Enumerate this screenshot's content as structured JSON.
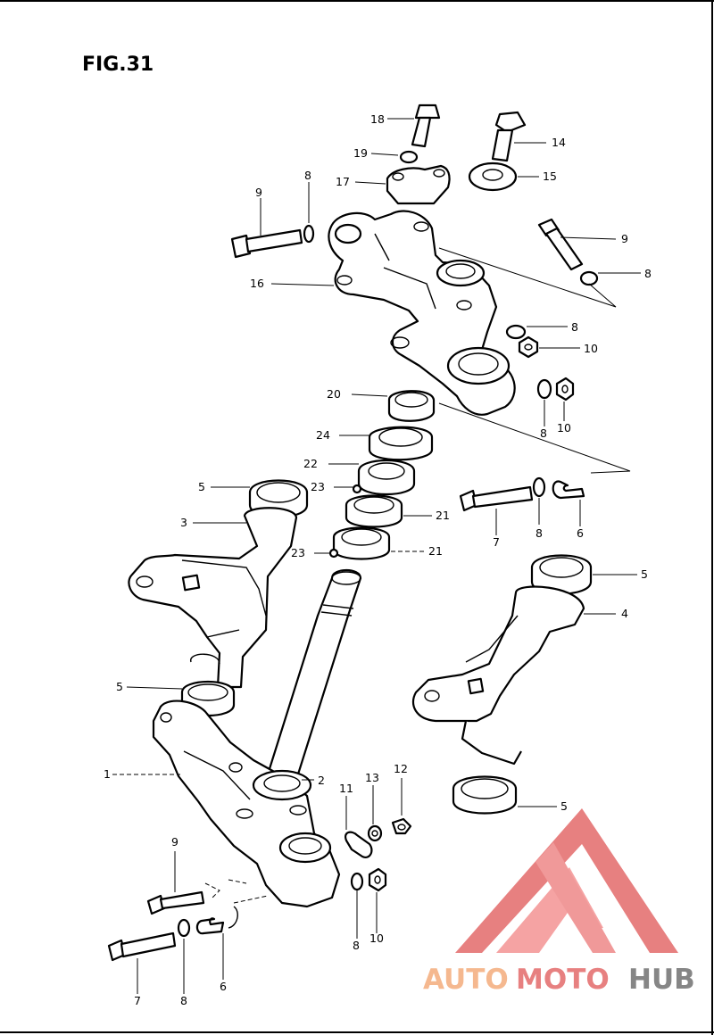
{
  "figure": {
    "title": "FIG.31"
  },
  "callouts": [
    {
      "id": "c18",
      "text": "18"
    },
    {
      "id": "c19",
      "text": "19"
    },
    {
      "id": "c17",
      "text": "17"
    },
    {
      "id": "c14",
      "text": "14"
    },
    {
      "id": "c15",
      "text": "15"
    },
    {
      "id": "c9a",
      "text": "9"
    },
    {
      "id": "c8a",
      "text": "8"
    },
    {
      "id": "c9b",
      "text": "9"
    },
    {
      "id": "c8b",
      "text": "8"
    },
    {
      "id": "c16",
      "text": "16"
    },
    {
      "id": "c8c",
      "text": "8"
    },
    {
      "id": "c10a",
      "text": "10"
    },
    {
      "id": "c20",
      "text": "20"
    },
    {
      "id": "c8d",
      "text": "8"
    },
    {
      "id": "c10b",
      "text": "10"
    },
    {
      "id": "c24",
      "text": "24"
    },
    {
      "id": "c22",
      "text": "22"
    },
    {
      "id": "c23a",
      "text": "23"
    },
    {
      "id": "c21a",
      "text": "21"
    },
    {
      "id": "c23b",
      "text": "23"
    },
    {
      "id": "c21b",
      "text": "21"
    },
    {
      "id": "c5a",
      "text": "5"
    },
    {
      "id": "c3",
      "text": "3"
    },
    {
      "id": "c7a",
      "text": "7"
    },
    {
      "id": "c8e",
      "text": "8"
    },
    {
      "id": "c6a",
      "text": "6"
    },
    {
      "id": "c5b",
      "text": "5"
    },
    {
      "id": "c4",
      "text": "4"
    },
    {
      "id": "c5c",
      "text": "5"
    },
    {
      "id": "c1",
      "text": "1"
    },
    {
      "id": "c2",
      "text": "2"
    },
    {
      "id": "c11",
      "text": "11"
    },
    {
      "id": "c13",
      "text": "13"
    },
    {
      "id": "c12",
      "text": "12"
    },
    {
      "id": "c5d",
      "text": "5"
    },
    {
      "id": "c9c",
      "text": "9"
    },
    {
      "id": "c8f",
      "text": "8"
    },
    {
      "id": "c10c",
      "text": "10"
    },
    {
      "id": "c7b",
      "text": "7"
    },
    {
      "id": "c8g",
      "text": "8"
    },
    {
      "id": "c6b",
      "text": "6"
    }
  ],
  "watermark": {
    "part1": "AUTO",
    "part2": "MOTO",
    "part3": "HUB",
    "colors": [
      "#f4b183",
      "#e57373",
      "#7a7a7a"
    ]
  }
}
